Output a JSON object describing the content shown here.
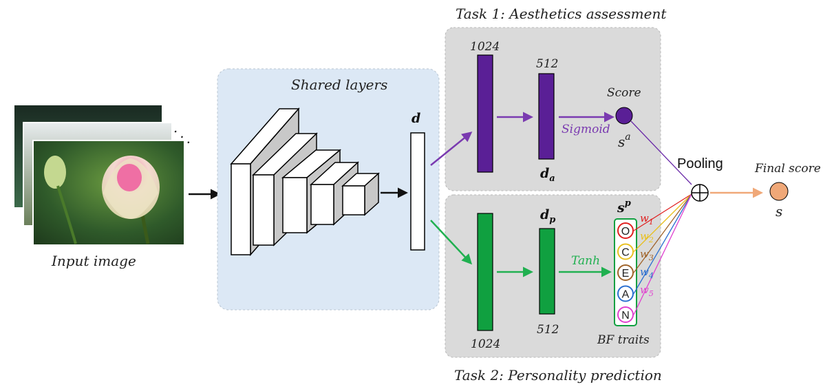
{
  "input": {
    "label": "Input image",
    "dots": ". . ."
  },
  "shared": {
    "label": "Shared layers",
    "feature": "d"
  },
  "task1": {
    "title": "Task 1: Aesthetics assessment",
    "fc1_units": "1024",
    "fc2_units": "512",
    "feature": "d",
    "feature_sub": "a",
    "activation": "Sigmoid",
    "score_label": "Score",
    "score_symbol": "s",
    "score_sup": "a"
  },
  "task2": {
    "title": "Task 2: Personality prediction",
    "fc1_units": "1024",
    "fc2_units": "512",
    "feature": "d",
    "feature_sub": "p",
    "activation": "Tanh",
    "traits_symbol": "s",
    "traits_sup": "p",
    "traits_label": "BF traits",
    "traits": [
      {
        "letter": "O",
        "color": "#e02020"
      },
      {
        "letter": "C",
        "color": "#e8c020"
      },
      {
        "letter": "E",
        "color": "#a0642a"
      },
      {
        "letter": "A",
        "color": "#2a6fd0"
      },
      {
        "letter": "N",
        "color": "#e040d0"
      }
    ],
    "weights": [
      {
        "w": "w",
        "sub": "1",
        "color": "#e02020"
      },
      {
        "w": "w",
        "sub": "2",
        "color": "#e8c020"
      },
      {
        "w": "w",
        "sub": "3",
        "color": "#a0642a"
      },
      {
        "w": "w",
        "sub": "4",
        "color": "#2a6fd0"
      },
      {
        "w": "w",
        "sub": "5",
        "color": "#e040d0"
      }
    ]
  },
  "pooling": {
    "label": "Pooling",
    "symbol": "⊕"
  },
  "final": {
    "label": "Final score",
    "symbol": "s"
  },
  "colors": {
    "purple": "#5a1f96",
    "green": "#10a040",
    "orange": "#f0a878",
    "shared_bg": "#dce8f5",
    "task_bg": "#dadada"
  }
}
